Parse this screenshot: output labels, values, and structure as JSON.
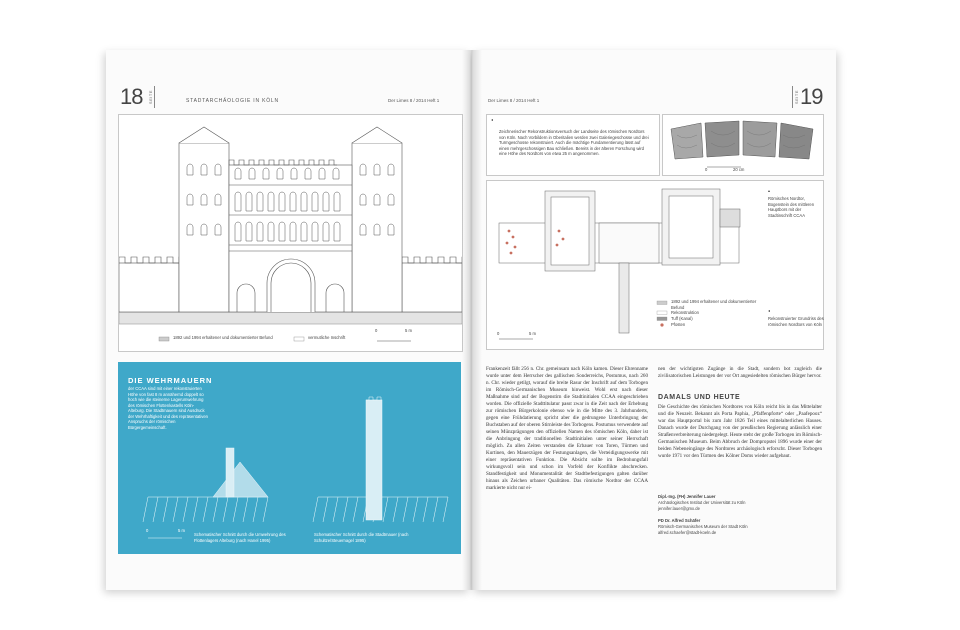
{
  "left_page": {
    "page_number": "18",
    "seite_label": "SEITE",
    "section_title": "STADTARCHÄOLOGIE IN KÖLN",
    "issue": "Der Limes 8 / 2014 Heft 1",
    "figure_legend": {
      "item1": "1892 und 1994 erhaltener und dokumentierter Befund",
      "item2": "vermutliche Inschrift",
      "scale_start": "0",
      "scale_end": "5 m"
    }
  },
  "blue_box": {
    "title": "DIE WEHRMAUERN",
    "text": "der CCAA sind mit einer rekonstruierten Höhe von fast 8 m annähernd doppelt so hoch wie die steinerne Lagerumwehrung des römischen Flottenkastells Köln-Alteburg. Die Stadtmauern sind Ausdruck der Wehrhaftigkeit und des repräsentativen Anspruchs der römischen Bürgergemeinschaft.",
    "scale_start": "0",
    "scale_end": "5 m",
    "caption_left": "Schematischer Schnitt durch die Umwehrung des Flottenlagers Alteburg (nach Hanel 1995)",
    "caption_right": "Schematischer Schnitt durch die Stadtmauer (nach Schultze/Steuernagel 1895)"
  },
  "right_page": {
    "page_number": "19",
    "seite_label": "SEITE",
    "issue": "Der Limes 8 / 2014 Heft 1",
    "caption_top": "Zeichnerischer Rekonstruktionsversuch der Landseite des römischen Nordtors von Köln. Nach Vorbildern in Oberitalien werden zwei Galeriegeschosse und drei Turmgeschosse rekonstruiert. Auch die mächtige Fundamentierung lässt auf einen mehrgeschossigen Bau schließen. Bereits in der älteren Forschung wird eine Höhe des Nordtors von etwa 25 m angenommen.",
    "caption_arch": "Römisches Nordtor, Bogenstein des mittleren Hauptbors mit der Stadtinschrift CCAA",
    "caption_plan": "Rekonstruierter Grundriss des römischen Nordtors von Köln",
    "stone_scale_start": "0",
    "stone_scale_end": "20 cm",
    "plan_legend": {
      "item1": "1892 und 1994 erhaltener und dokumentierter Befund",
      "item2": "Rekonstruktion",
      "item3": "Tuff (Kanal)",
      "item4": "Pfosten",
      "scale_start": "0",
      "scale_end": "5 m"
    },
    "col1": "Frankenzeit fällt 256 n. Chr. gemeinsam nach Köln kamen. Dieser Ehrenname wurde unter dem Herrscher des gallischen Sonderreichs, Postumus, nach 260 n. Chr. wieder getilgt, worauf die breite Rasur der Inschrift auf dem Torbogen im Römisch-Germanischen Museum hinweist. Wohl erst nach dieser Maßnahme sind auf der Bogenstirn die Stadtinitialen CCAA eingeschrieben worden. Die offizielle Stadttitulatur passt zwar in die Zeit nach der Erhebung zur römischen Bürgerkolonie ebenso wie in die Mitte des 3. Jahrhunderts, gegen eine Frühdatierung spricht aber die gedrungene Unterbringung der Buchstaben auf der oberen Stirnleiste des Torbogens. Postumus verwendete auf seinen Münzprägungen den offiziellen Namen des römischen Köln, daher ist die Anbringung der traditionellen Stadtinitialen unter seiner Herrschaft möglich. Zu allen Zeiten verstanden die Erbauer von Toren, Türmen und Kurtinen, den Mauerzügen der Festungsanlagen, die Verteidigungswerke mit einer repräsentativen Funktion. Die Absicht sollte im Bedrohungsfall wirkungsvoll sein und schon im Vorfeld der Konflikte abschrecken. Standfestigkeit und Monumentalität der Stadtbefestigungen galten darüber hinaus als Zeichen urbaner Qualitäten. Das römische Nordtor der CCAA markierte nicht nur ei-",
    "col2": "nen der wichtigsten Zugänge in die Stadt, sondern bot zugleich die zivilisatorischen Leistungen der vor Ort angesiedelten römischen Bürger hervor.",
    "subhead": "DAMALS UND HEUTE",
    "col2_body": "Die Geschichte des römischen Nordtores von Köln reicht bis in das Mittelalter und die Neuzeit. Bekannt als Porta Paphia, „Pfaffenpforte“ oder „Paafepooz“ war das Hauptportal bis zum Jahr 1826 Teil eines mittelalterlichen Hauses. Danach wurde der Durchgang von der preußischen Regierung anlässlich einer Straßenverbreiterung niedergelegt. Heute steht der große Torbogen im Römisch-Germanischen Museum. Beim Abbruch der Dompropstei 1896 wurde einer der beiden Nebeneingänge des Nordtores archäologisch erforscht. Dieser Torbogen wurde 1971 vor den Türmen des Kölner Doms wieder aufgebaut.",
    "author1_name": "Dipl.-Ing. (FH) Jennifer Lauer",
    "author1_aff": "Archäologisches Institut der Universität zu Köln",
    "author1_mail": "jennifer.lauer@gmx.de",
    "author2_name": "PD Dr. Alfred Schäfer",
    "author2_aff": "Römisch-Germanisches Museum der Stadt Köln",
    "author2_mail": "alfred.schaefer@stadt-koeln.de"
  }
}
